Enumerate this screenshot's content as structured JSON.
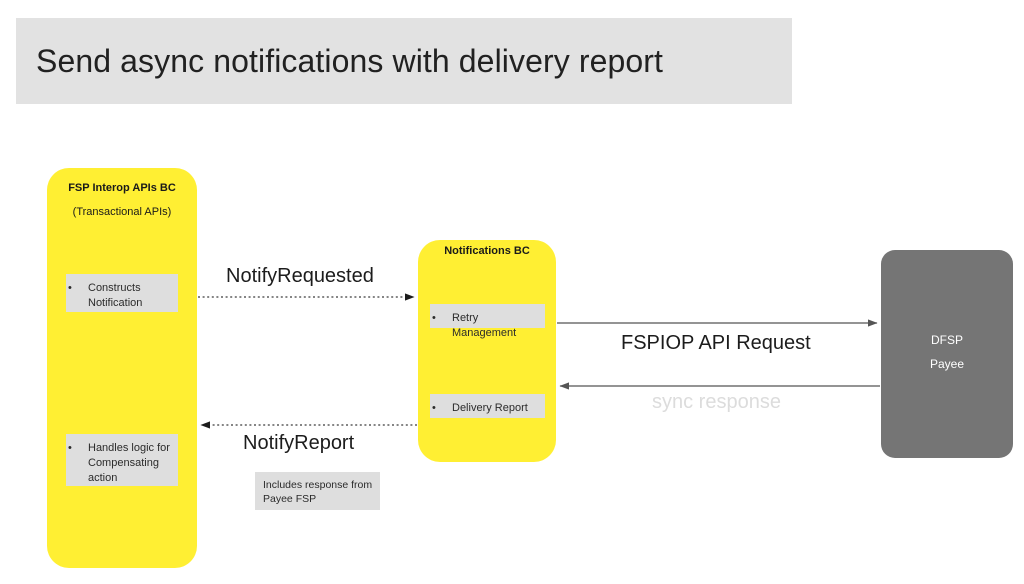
{
  "title": {
    "text": "Send async notifications with delivery report",
    "banner_color": "#e2e2e2"
  },
  "colors": {
    "node_yellow": "#ffef33",
    "node_gray": "#757575",
    "chip_gray": "#dedede",
    "text_dark": "#1c1c1c",
    "text_faded": "#dcdcdc"
  },
  "nodes": {
    "fsp_interop": {
      "title": "FSP Interop APIs BC",
      "subtitle": "(Transactional APIs)",
      "items": [
        {
          "bullet": "•",
          "text": "Constructs Notification"
        },
        {
          "bullet": "•",
          "text": "Handles logic for Compensating action"
        }
      ]
    },
    "notifications": {
      "title": "Notifications BC",
      "items": [
        {
          "bullet": "•",
          "text": "Retry Management"
        },
        {
          "bullet": "•",
          "text": "Delivery Report"
        }
      ]
    },
    "dfsp": {
      "line1": "DFSP",
      "line2": "Payee"
    }
  },
  "notes": {
    "includes_response": "Includes response from Payee FSP"
  },
  "edges": [
    {
      "label": "NotifyRequested",
      "style": "dotted",
      "direction": "right",
      "from": "fsp_interop",
      "to": "notifications"
    },
    {
      "label": "NotifyReport",
      "style": "dotted",
      "direction": "left",
      "from": "notifications",
      "to": "fsp_interop"
    },
    {
      "label": "FSPIOP API Request",
      "style": "solid",
      "direction": "right",
      "from": "notifications",
      "to": "dfsp"
    },
    {
      "label": "sync response",
      "style": "solid",
      "direction": "left",
      "from": "dfsp",
      "to": "notifications"
    }
  ]
}
